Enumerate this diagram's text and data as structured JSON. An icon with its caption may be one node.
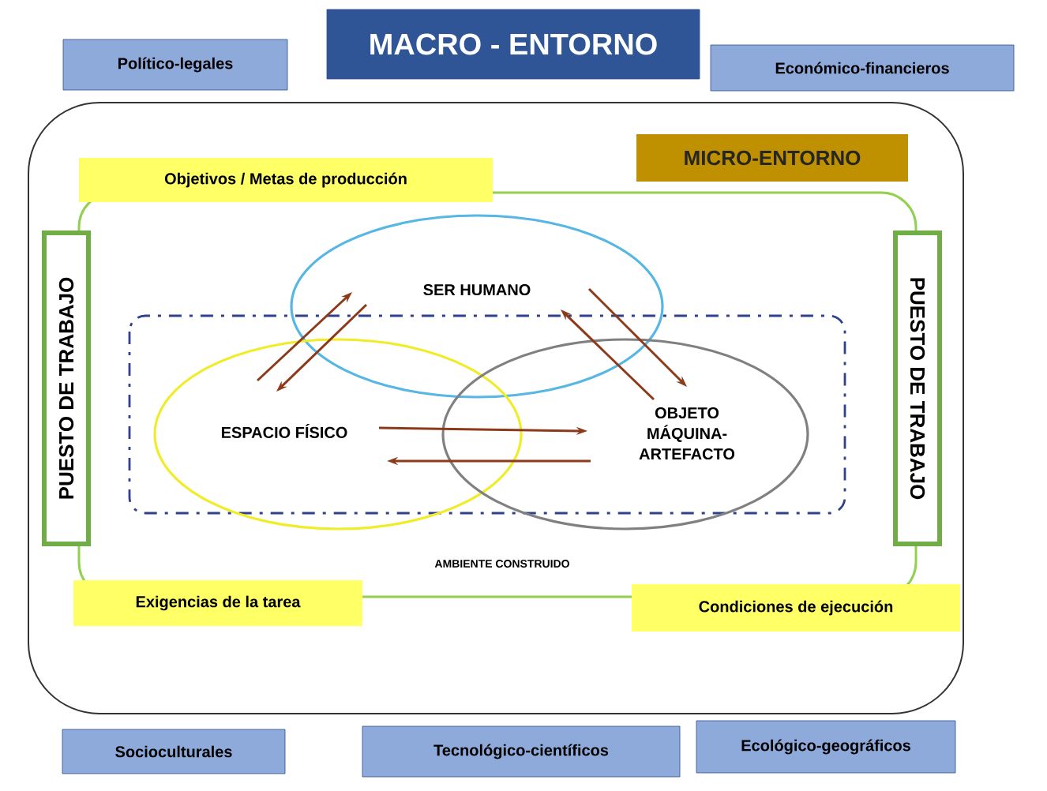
{
  "diagram": {
    "nodes": [
      {
        "text": [
          "MACRO - ENTORNO"
        ]
      },
      {
        "text": [
          "Político-legales"
        ]
      },
      {
        "text": [
          "Económico-financieros"
        ]
      },
      {
        "text": [],
        "shape": "box"
      },
      {
        "text": [
          "MICRO-ENTORNO"
        ],
        "in": 3
      },
      {
        "text": [
          "Objetivos / Metas de producción"
        ],
        "in": 3
      },
      {
        "text": [
          "PUESTO DE TRABAJO"
        ],
        "in": 3
      },
      {
        "text": [
          "PUESTO DE TRABAJO"
        ],
        "in": 3
      },
      {
        "text": [
          "SER HUMANO"
        ],
        "in": 3
      },
      {
        "text": [
          "ESPACIO FÍSICO"
        ],
        "in": 3
      },
      {
        "text": [
          "OBJETO MÁQUINA- ARTEFACTO"
        ],
        "in": 3
      },
      {
        "text": [
          "Exigencias de la tarea"
        ],
        "in": 3
      },
      {
        "text": [
          "Condiciones de ejecución"
        ],
        "in": 3
      },
      {
        "text": [
          "Socioculturales"
        ]
      },
      {
        "text": [
          "Tecnológico-científicos"
        ]
      },
      {
        "text": [
          "Ecológico-geográficos"
        ]
      }
    ],
    "edges": [
      {
        "from": 9,
        "to": 8,
        "arrow": "to"
      },
      {
        "from": 8,
        "to": 9,
        "arrow": "to"
      },
      {
        "from": 8,
        "to": 10,
        "arrow": "to"
      },
      {
        "from": 10,
        "to": 8,
        "arrow": "to"
      },
      {
        "from": 9,
        "to": 10,
        "arrow": "to"
      },
      {
        "from": 10,
        "to": 9,
        "arrow": "to"
      }
    ],
    "labels": [
      "AMBIENTE CONSTRUIDO"
    ]
  }
}
